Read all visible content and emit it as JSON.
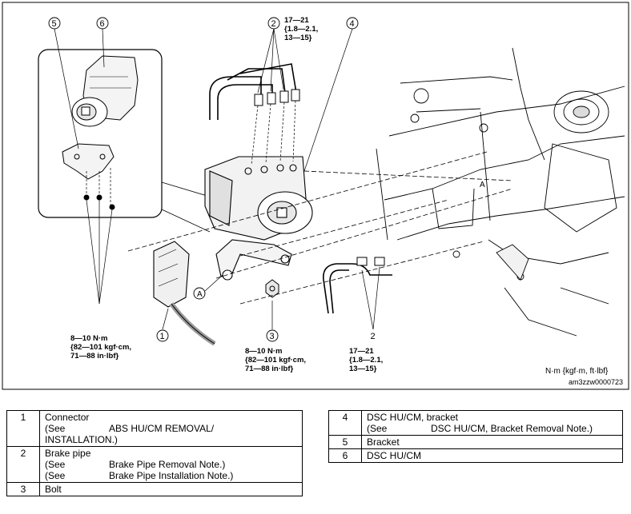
{
  "callouts": {
    "torque_2_top": "17—21\n{1.8—2.1,\n13—15}",
    "torque_8_left": "8—10 N·m\n{82—101 kgf·cm,\n71—88 in·lbf}",
    "torque_3": "8—10 N·m\n{82—101 kgf·cm,\n71—88 in·lbf}",
    "torque_2_bottom": "17—21\n{1.8—2.1,\n13—15}",
    "unit_note": "N·m {kgf·m, ft·lbf}",
    "figure_code": "am3zzw0000723",
    "numbers": [
      "1",
      "2",
      "3",
      "4",
      "5",
      "6"
    ],
    "ref_letter": "A"
  },
  "parts_left": [
    {
      "num": "1",
      "name": "Connector",
      "notes": [
        {
          "see": "(See",
          "ref": "ABS HU/CM REMOVAL/"
        },
        {
          "see": "",
          "ref": "INSTALLATION.)",
          "continuation": true
        }
      ]
    },
    {
      "num": "2",
      "name": "Brake pipe",
      "notes": [
        {
          "see": "(See",
          "ref": "Brake Pipe Removal Note.)"
        },
        {
          "see": "(See",
          "ref": "Brake Pipe Installation Note.)"
        }
      ]
    },
    {
      "num": "3",
      "name": "Bolt",
      "notes": []
    }
  ],
  "parts_right": [
    {
      "num": "4",
      "name": "DSC HU/CM, bracket",
      "notes": [
        {
          "see": "(See",
          "ref": "DSC HU/CM, Bracket Removal Note.)"
        }
      ]
    },
    {
      "num": "5",
      "name": "Bracket",
      "notes": []
    },
    {
      "num": "6",
      "name": "DSC HU/CM",
      "notes": []
    }
  ]
}
